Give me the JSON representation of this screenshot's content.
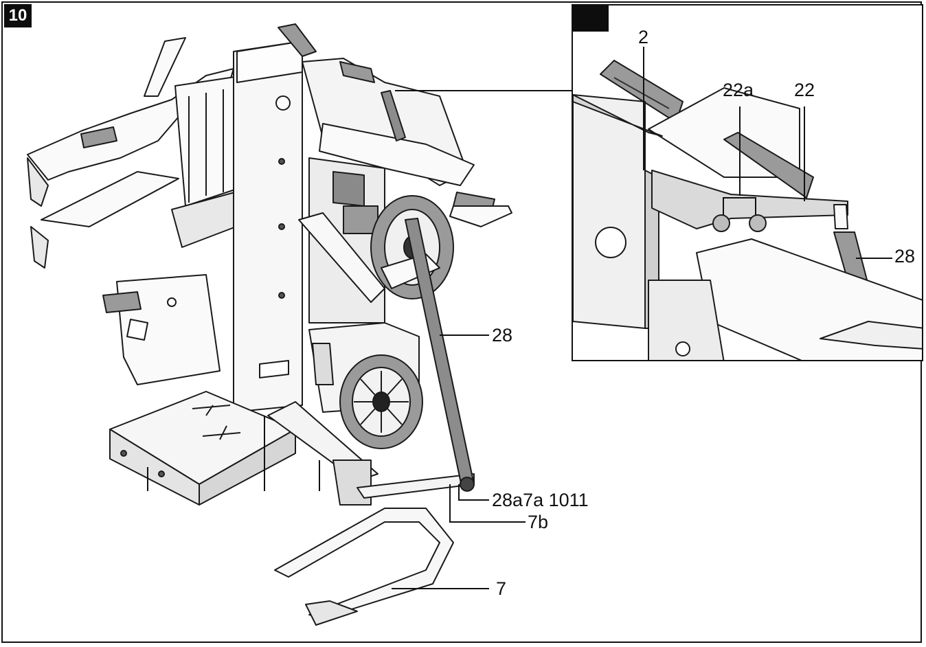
{
  "figure": {
    "number": "10"
  },
  "main_labels": {
    "l28": "28",
    "l28a7a1011": "28a7a 1011",
    "l7b": "7b",
    "l7": "7"
  },
  "inset_labels": {
    "l2": "2",
    "l22a": "22a",
    "l22": "22",
    "l28": "28"
  },
  "colors": {
    "line": "#1a1a1a",
    "fill_light": "#f4f4f4",
    "fill_mid": "#d9d9d9",
    "fill_dark": "#8a8a8a",
    "tyre": "#9a9a9a"
  }
}
